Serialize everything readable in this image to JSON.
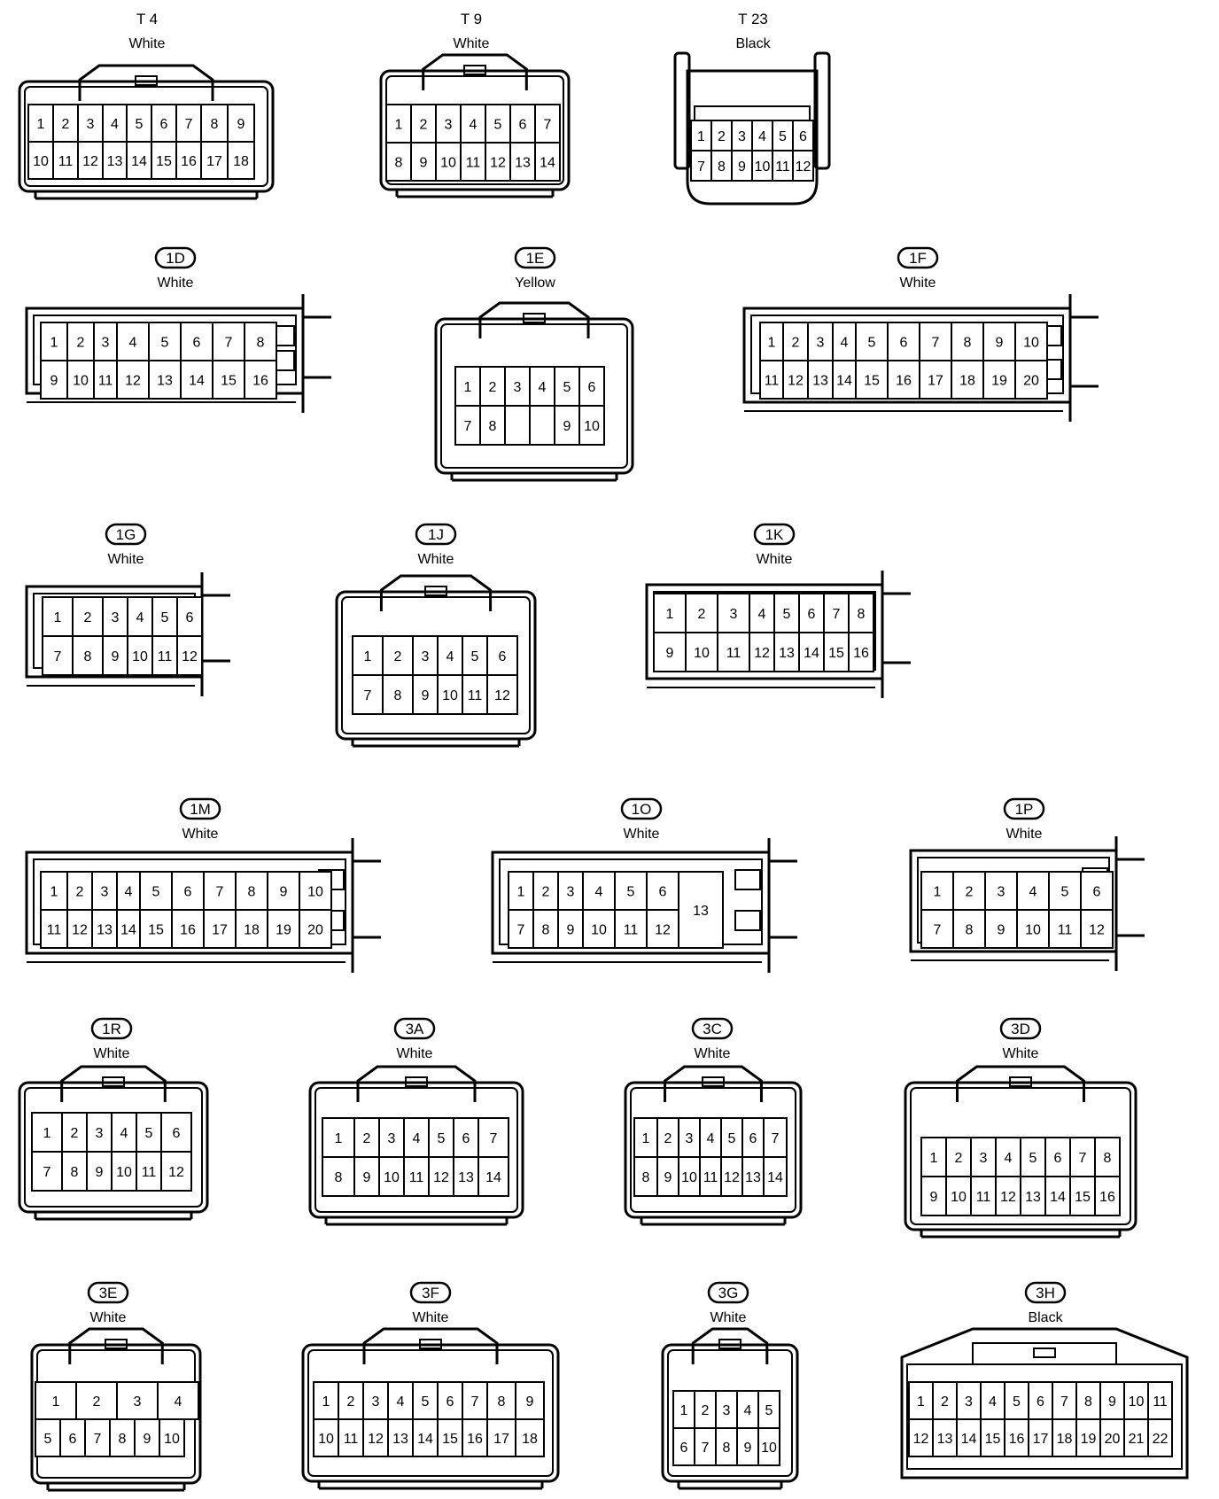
{
  "connectors": [
    {
      "id": "T 4",
      "badge": false,
      "color": "White",
      "rows": [
        [
          "1",
          "2",
          "3",
          "4",
          "5",
          "6",
          "7",
          "8",
          "9"
        ],
        [
          "10",
          "11",
          "12",
          "13",
          "14",
          "15",
          "16",
          "17",
          "18"
        ]
      ]
    },
    {
      "id": "T 9",
      "badge": false,
      "color": "White",
      "rows": [
        [
          "1",
          "2",
          "3",
          "4",
          "5",
          "6",
          "7"
        ],
        [
          "8",
          "9",
          "10",
          "11",
          "12",
          "13",
          "14"
        ]
      ]
    },
    {
      "id": "T 23",
      "badge": false,
      "color": "Black",
      "rows": [
        [
          "1",
          "2",
          "3",
          "4",
          "5",
          "6"
        ],
        [
          "7",
          "8",
          "9",
          "10",
          "11",
          "12"
        ]
      ]
    },
    {
      "id": "1D",
      "badge": true,
      "color": "White",
      "rows": [
        [
          "1",
          "2",
          "3",
          "4",
          "5",
          "6",
          "7",
          "8"
        ],
        [
          "9",
          "10",
          "11",
          "12",
          "13",
          "14",
          "15",
          "16"
        ]
      ]
    },
    {
      "id": "1E",
      "badge": true,
      "color": "Yellow",
      "rows": [
        [
          "1",
          "2",
          "3",
          "4",
          "5",
          "6"
        ],
        [
          "7",
          "8",
          "",
          "",
          "9",
          "10"
        ]
      ]
    },
    {
      "id": "1F",
      "badge": true,
      "color": "White",
      "rows": [
        [
          "1",
          "2",
          "3",
          "4",
          "5",
          "6",
          "7",
          "8",
          "9",
          "10"
        ],
        [
          "11",
          "12",
          "13",
          "14",
          "15",
          "16",
          "17",
          "18",
          "19",
          "20"
        ]
      ]
    },
    {
      "id": "1G",
      "badge": true,
      "color": "White",
      "rows": [
        [
          "1",
          "2",
          "3",
          "4",
          "5",
          "6"
        ],
        [
          "7",
          "8",
          "9",
          "10",
          "11",
          "12"
        ]
      ]
    },
    {
      "id": "1J",
      "badge": true,
      "color": "White",
      "rows": [
        [
          "1",
          "2",
          "3",
          "4",
          "5",
          "6"
        ],
        [
          "7",
          "8",
          "9",
          "10",
          "11",
          "12"
        ]
      ]
    },
    {
      "id": "1K",
      "badge": true,
      "color": "White",
      "rows": [
        [
          "1",
          "2",
          "3",
          "4",
          "5",
          "6",
          "7",
          "8"
        ],
        [
          "9",
          "10",
          "11",
          "12",
          "13",
          "14",
          "15",
          "16"
        ]
      ]
    },
    {
      "id": "1M",
      "badge": true,
      "color": "White",
      "rows": [
        [
          "1",
          "2",
          "3",
          "4",
          "5",
          "6",
          "7",
          "8",
          "9",
          "10"
        ],
        [
          "11",
          "12",
          "13",
          "14",
          "15",
          "16",
          "17",
          "18",
          "19",
          "20"
        ]
      ]
    },
    {
      "id": "1O",
      "badge": true,
      "color": "White",
      "rows": [
        [
          "1",
          "2",
          "3",
          "4",
          "5",
          "6",
          "13"
        ],
        [
          "7",
          "8",
          "9",
          "10",
          "11",
          "12",
          ""
        ]
      ]
    },
    {
      "id": "1P",
      "badge": true,
      "color": "White",
      "rows": [
        [
          "1",
          "2",
          "3",
          "4",
          "5",
          "6"
        ],
        [
          "7",
          "8",
          "9",
          "10",
          "11",
          "12"
        ]
      ]
    },
    {
      "id": "1R",
      "badge": true,
      "color": "White",
      "rows": [
        [
          "1",
          "2",
          "3",
          "4",
          "5",
          "6"
        ],
        [
          "7",
          "8",
          "9",
          "10",
          "11",
          "12"
        ]
      ]
    },
    {
      "id": "3A",
      "badge": true,
      "color": "White",
      "rows": [
        [
          "1",
          "2",
          "3",
          "4",
          "5",
          "6",
          "7"
        ],
        [
          "8",
          "9",
          "10",
          "11",
          "12",
          "13",
          "14"
        ]
      ]
    },
    {
      "id": "3C",
      "badge": true,
      "color": "White",
      "rows": [
        [
          "1",
          "2",
          "3",
          "4",
          "5",
          "6",
          "7"
        ],
        [
          "8",
          "9",
          "10",
          "11",
          "12",
          "13",
          "14"
        ]
      ]
    },
    {
      "id": "3D",
      "badge": true,
      "color": "White",
      "rows": [
        [
          "1",
          "2",
          "3",
          "4",
          "5",
          "6",
          "7",
          "8"
        ],
        [
          "9",
          "10",
          "11",
          "12",
          "13",
          "14",
          "15",
          "16"
        ]
      ]
    },
    {
      "id": "3E",
      "badge": true,
      "color": "White",
      "rows": [
        [
          "1",
          "2",
          "3",
          "4"
        ],
        [
          "5",
          "6",
          "7",
          "8",
          "9",
          "10"
        ]
      ]
    },
    {
      "id": "3F",
      "badge": true,
      "color": "White",
      "rows": [
        [
          "1",
          "2",
          "3",
          "4",
          "5",
          "6",
          "7",
          "8",
          "9"
        ],
        [
          "10",
          "11",
          "12",
          "13",
          "14",
          "15",
          "16",
          "17",
          "18"
        ]
      ]
    },
    {
      "id": "3G",
      "badge": true,
      "color": "White",
      "rows": [
        [
          "1",
          "2",
          "3",
          "4",
          "5"
        ],
        [
          "6",
          "7",
          "8",
          "9",
          "10"
        ]
      ]
    },
    {
      "id": "3H",
      "badge": true,
      "color": "Black",
      "rows": [
        [
          "1",
          "2",
          "3",
          "4",
          "5",
          "6",
          "7",
          "8",
          "9",
          "10",
          "11"
        ],
        [
          "12",
          "13",
          "14",
          "15",
          "16",
          "17",
          "18",
          "19",
          "20",
          "21",
          "22"
        ]
      ]
    }
  ]
}
